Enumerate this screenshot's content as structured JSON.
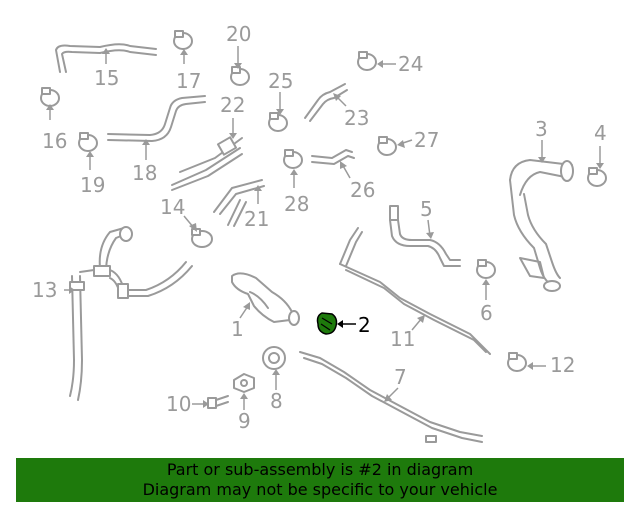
{
  "callouts": [
    "1",
    "2",
    "3",
    "4",
    "5",
    "6",
    "7",
    "8",
    "9",
    "10",
    "11",
    "12",
    "13",
    "14",
    "15",
    "16",
    "17",
    "18",
    "19",
    "20",
    "21",
    "22",
    "23",
    "24",
    "25",
    "26",
    "27",
    "28"
  ],
  "highlighted_part": "2",
  "highlight_color": "#1e7a0c",
  "line_color": "#9a9a9a",
  "banner": {
    "line1": "Part or sub-assembly is #2 in diagram",
    "line2": "Diagram may not be specific to your vehicle"
  }
}
